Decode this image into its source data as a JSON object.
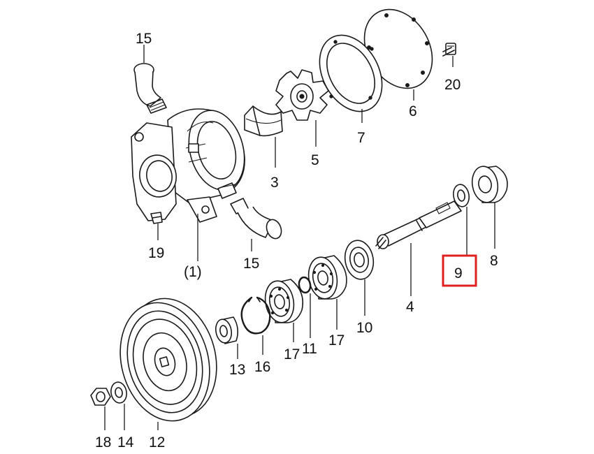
{
  "diagram": {
    "labels": {
      "p15_top": "15",
      "p20": "20",
      "p6": "6",
      "p7": "7",
      "p5": "5",
      "p3": "3",
      "p19": "19",
      "p1": "(1)",
      "p15_bottom": "15",
      "p9": "9",
      "p8": "8",
      "p4": "4",
      "p10": "10",
      "p17_right": "17",
      "p11": "11",
      "p17_left": "17",
      "p16": "16",
      "p13": "13",
      "p18": "18",
      "p14": "14",
      "p12": "12"
    },
    "highlight": {
      "part": "9",
      "color": "#e02020"
    },
    "colors": {
      "ink": "#1a1a1a",
      "background": "#ffffff"
    }
  }
}
